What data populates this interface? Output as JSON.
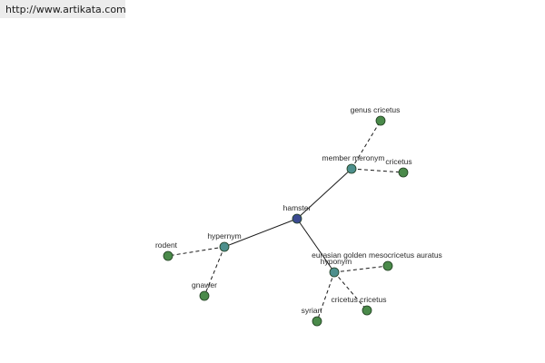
{
  "header": {
    "url": "http://www.artikata.com"
  },
  "colors": {
    "root": "#3b4a91",
    "relation": "#4d8f8c",
    "leaf": "#4a8a4a",
    "stroke": "#1f3d1f"
  },
  "graph": {
    "nodes": [
      {
        "id": "hamster",
        "label": "hamster",
        "kind": "root"
      },
      {
        "id": "member_meronym",
        "label": "member meronym",
        "kind": "relation"
      },
      {
        "id": "hypernym",
        "label": "hypernym",
        "kind": "relation"
      },
      {
        "id": "hyponym",
        "label": "hyponym",
        "kind": "relation"
      },
      {
        "id": "genus_cricetus",
        "label": "genus cricetus",
        "kind": "leaf"
      },
      {
        "id": "cricetus",
        "label": "cricetus",
        "kind": "leaf"
      },
      {
        "id": "rodent",
        "label": "rodent",
        "kind": "leaf"
      },
      {
        "id": "gnawer",
        "label": "gnawer",
        "kind": "leaf"
      },
      {
        "id": "eurasian",
        "label": "eurasian golden mesocricetus auratus",
        "kind": "leaf"
      },
      {
        "id": "cricetus_cricetus",
        "label": "cricetus cricetus",
        "kind": "leaf"
      },
      {
        "id": "syrian",
        "label": "syrian",
        "kind": "leaf"
      }
    ],
    "edges": [
      {
        "from": "hamster",
        "to": "member_meronym",
        "style": "solid"
      },
      {
        "from": "hamster",
        "to": "hypernym",
        "style": "solid"
      },
      {
        "from": "hamster",
        "to": "hyponym",
        "style": "solid"
      },
      {
        "from": "member_meronym",
        "to": "genus_cricetus",
        "style": "dashed"
      },
      {
        "from": "member_meronym",
        "to": "cricetus",
        "style": "dashed"
      },
      {
        "from": "hypernym",
        "to": "rodent",
        "style": "dashed"
      },
      {
        "from": "hypernym",
        "to": "gnawer",
        "style": "dashed"
      },
      {
        "from": "hyponym",
        "to": "eurasian",
        "style": "dashed"
      },
      {
        "from": "hyponym",
        "to": "cricetus_cricetus",
        "style": "dashed"
      },
      {
        "from": "hyponym",
        "to": "syrian",
        "style": "dashed"
      }
    ]
  }
}
